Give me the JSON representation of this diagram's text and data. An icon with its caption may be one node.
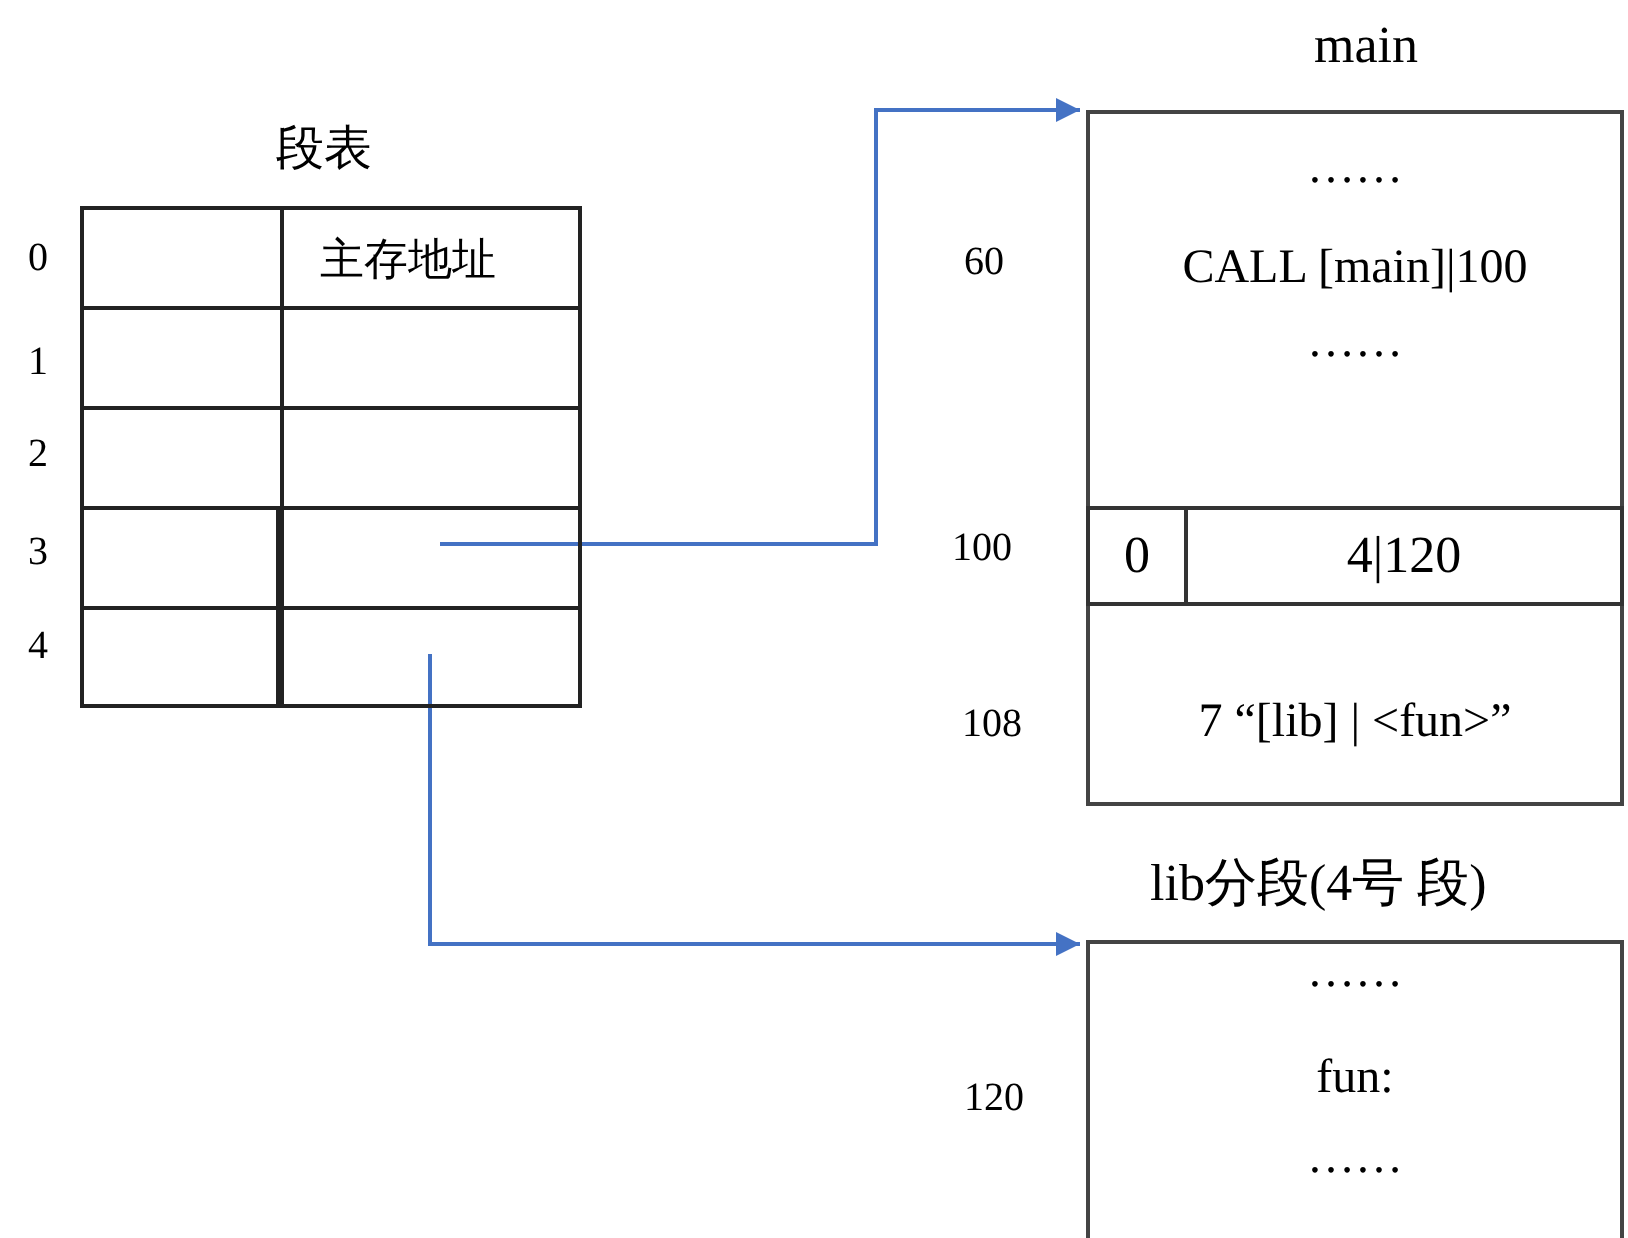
{
  "diagram": {
    "nodes": [
      {
        "text": [
          "段表"
        ]
      },
      {
        "text": [],
        "shape": "box",
        "in": 0
      },
      {
        "text": [],
        "shape": "box",
        "in": 0
      },
      {
        "text": [
          "main",
          "……",
          "CALL [main]|100",
          "……",
          "7 “[lib] | <fun>”"
        ]
      },
      {
        "text": [
          "0",
          "4|120"
        ],
        "in": 3
      },
      {
        "text": [
          "lib分段(4号 段)",
          "……",
          "fun:",
          "……"
        ]
      }
    ],
    "edges": [
      {
        "from": 1,
        "to": 3,
        "arrow": "to"
      },
      {
        "from": 2,
        "to": 5,
        "arrow": "to"
      }
    ],
    "labels": [
      "0",
      "主存地址",
      "1",
      "2",
      "3",
      "4",
      "60",
      "100",
      "108",
      "120"
    ]
  }
}
